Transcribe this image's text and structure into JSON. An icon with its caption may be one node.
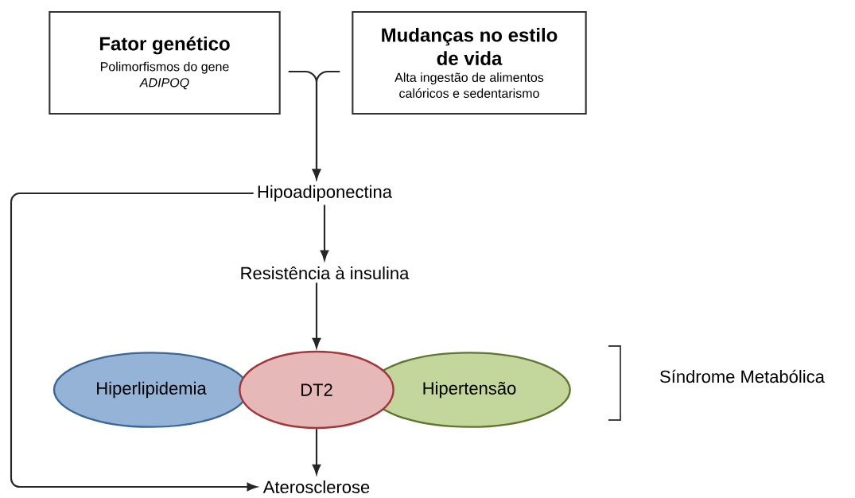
{
  "diagram": {
    "nodes": [
      {
        "text": [
          "Fator genético",
          "Polimorfismos do gene *ADIPOQ*"
        ]
      },
      {
        "text": [
          "Mudanças no estilo de vida",
          "Alta ingestão de alimentos calóricos e sedentarismo"
        ]
      },
      {
        "text": [
          "Hipoadiponectina"
        ]
      },
      {
        "text": [
          "Resistência à insulina"
        ]
      },
      {
        "text": [
          "Hiperlipidemia"
        ]
      },
      {
        "text": [
          "DT2"
        ]
      },
      {
        "text": [
          "Hipertensão"
        ]
      },
      {
        "text": [
          "Aterosclerose"
        ]
      }
    ],
    "edges": [
      {
        "from": 0,
        "to": 2,
        "arrow": "to"
      },
      {
        "from": 1,
        "to": 2,
        "arrow": "to"
      },
      {
        "from": 2,
        "to": 3,
        "arrow": "to"
      },
      {
        "from": 3,
        "to": 5,
        "arrow": "to"
      },
      {
        "from": 5,
        "to": 7,
        "arrow": "to"
      },
      {
        "from": 2,
        "to": 7,
        "arrow": "to"
      }
    ],
    "labels": [
      "Síndrome Metabólica"
    ]
  }
}
